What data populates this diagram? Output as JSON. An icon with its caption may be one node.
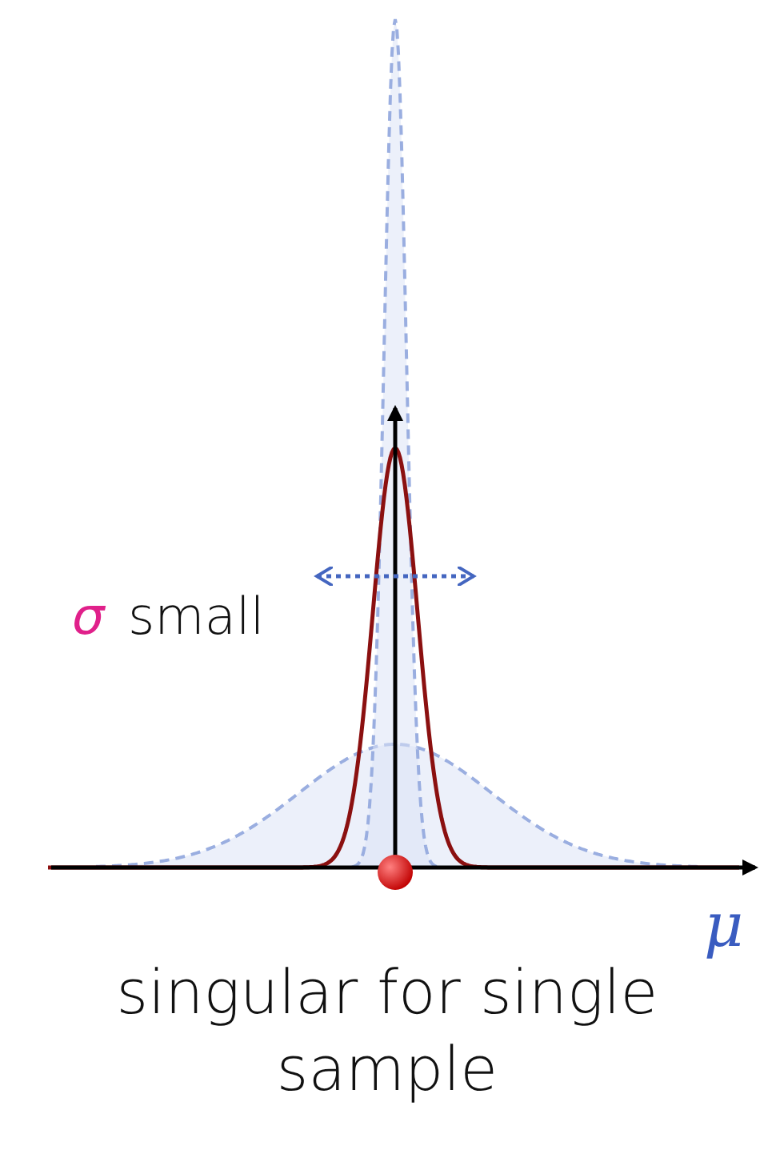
{
  "diagram": {
    "labels": [
      "σ",
      "small",
      "μ",
      "singular for single sample"
    ]
  }
}
